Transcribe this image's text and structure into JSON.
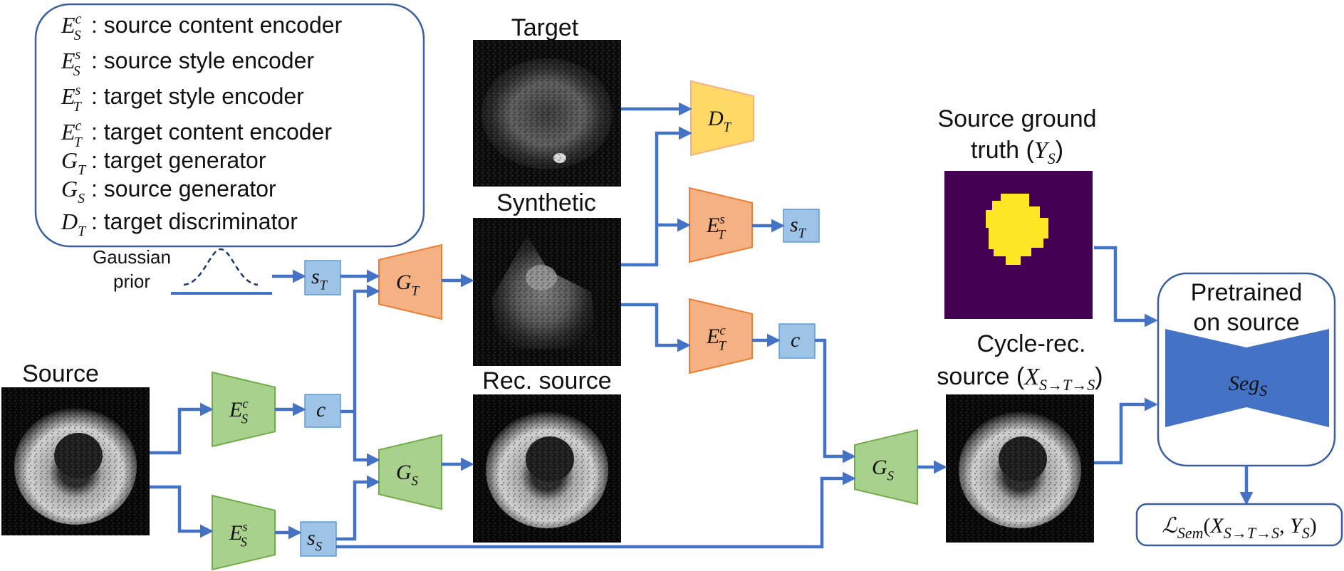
{
  "legend": {
    "items": [
      {
        "sym": "E",
        "sub": "S",
        "sup": "c",
        "text": ": source content encoder"
      },
      {
        "sym": "E",
        "sub": "S",
        "sup": "s",
        "text": ": source style encoder"
      },
      {
        "sym": "E",
        "sub": "T",
        "sup": "s",
        "text": ": target style encoder"
      },
      {
        "sym": "E",
        "sub": "T",
        "sup": "c",
        "text": ": target content encoder"
      },
      {
        "sym": "G",
        "sub": "T",
        "sup": "",
        "text": ": target generator"
      },
      {
        "sym": "G",
        "sub": "S",
        "sup": "",
        "text": ": source generator"
      },
      {
        "sym": "D",
        "sub": "T",
        "sup": "",
        "text": ": target discriminator"
      }
    ]
  },
  "gaussian_prior": {
    "line1": "Gaussian",
    "line2": "prior"
  },
  "image_labels": {
    "source": "Source",
    "target": "Target",
    "synthetic": "Synthetic",
    "rec_source": "Rec. source",
    "gt_line1": "Source ground",
    "gt_line2": "truth (",
    "gt_line2_end": ")",
    "cycle_line1": "Cycle-rec.",
    "cycle_line2": "source (",
    "cycle_line2_end": ")"
  },
  "blocks": {
    "sc_encoder": {
      "sym": "E",
      "sub": "S",
      "sup": "c"
    },
    "ss_encoder": {
      "sym": "E",
      "sub": "S",
      "sup": "s"
    },
    "g_target": {
      "sym": "G",
      "sub": "T"
    },
    "g_source": {
      "sym": "G",
      "sub": "S"
    },
    "g_source_2": {
      "sym": "G",
      "sub": "S"
    },
    "d_target": {
      "sym": "D",
      "sub": "T"
    },
    "ts_encoder": {
      "sym": "E",
      "sub": "T",
      "sup": "s"
    },
    "tc_encoder": {
      "sym": "E",
      "sub": "T",
      "sup": "c"
    }
  },
  "codes": {
    "s_t_prior": {
      "sym": "s",
      "sub": "T"
    },
    "c_source": {
      "sym": "c"
    },
    "s_s": {
      "sym": "s",
      "sub": "S"
    },
    "s_t_out": {
      "sym": "s",
      "sub": "T"
    },
    "c_target": {
      "sym": "c"
    }
  },
  "segmenter": {
    "line1": "Pretrained",
    "line2": "on source",
    "sym": "Seg",
    "sub": "S"
  },
  "loss": {
    "sym": "ℒ",
    "sub": "Sem",
    "args_open": "(",
    "x": "X",
    "x_sub": "S→T→S",
    "comma": ", ",
    "y": "Y",
    "y_sub": "S",
    "args_close": ")"
  },
  "math": {
    "x_cycle": "X",
    "x_cycle_sub": "S→T→S",
    "y_s": "Y",
    "y_s_sub": "S"
  },
  "colors": {
    "arrow": "#4472C4",
    "green_fill": "#A9D18E",
    "green_stroke": "#70AD47",
    "orange_fill": "#F4B183",
    "orange_stroke": "#ED7D31",
    "yellow_fill": "#FFD966",
    "yellow_stroke": "#F4B183",
    "code_fill": "#9DC3E6",
    "code_stroke": "#5B9BD5",
    "seg_fill": "#4472C4",
    "mask_bg": "#440154",
    "mask_fg": "#FDE725"
  }
}
